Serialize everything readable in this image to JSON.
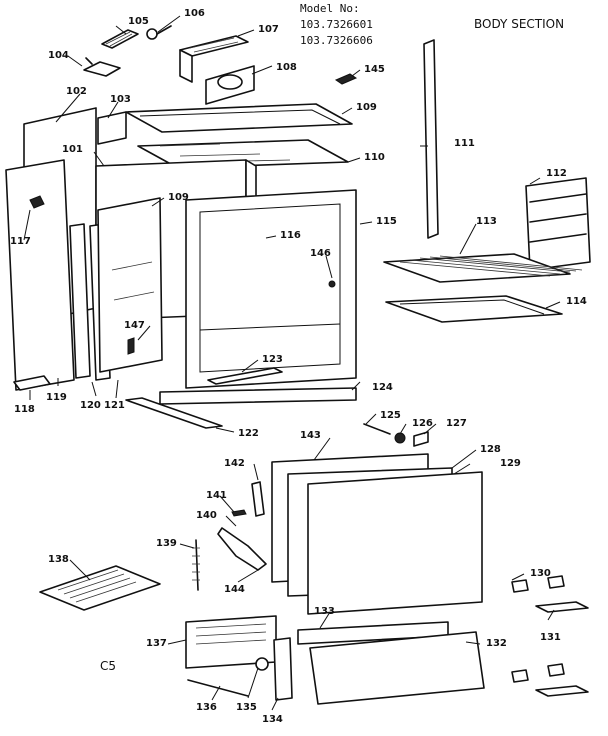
{
  "header": {
    "model_line": "Model No:",
    "model_a": "103.7326601",
    "model_b": "103.7326606",
    "section_title": "BODY SECTION",
    "corner_code": "C5"
  },
  "labels": {
    "l104": "104",
    "l105": "105",
    "l106": "106",
    "l107": "107",
    "l108": "108",
    "l145": "145",
    "l102": "102",
    "l103": "103",
    "l109a": "109",
    "l110a": "110",
    "l111": "111",
    "l101": "101",
    "l112": "112",
    "l109b": "109",
    "l115": "115",
    "l113": "113",
    "l116": "116",
    "l117": "117",
    "l146": "146",
    "l114": "114",
    "l147": "147",
    "l123": "123",
    "l124": "124",
    "l118": "118",
    "l119": "119",
    "l120": "120",
    "l121": "121",
    "l125": "125",
    "l126": "126",
    "l127": "127",
    "l122": "122",
    "l143": "143",
    "l128": "128",
    "l129": "129",
    "l142": "142",
    "l141": "141",
    "l140": "140",
    "l139": "139",
    "l144": "144",
    "l138": "138",
    "l130": "130",
    "l133": "133",
    "l137": "137",
    "l132": "132",
    "l131": "131",
    "l136": "136",
    "l135": "135",
    "l134": "134"
  }
}
